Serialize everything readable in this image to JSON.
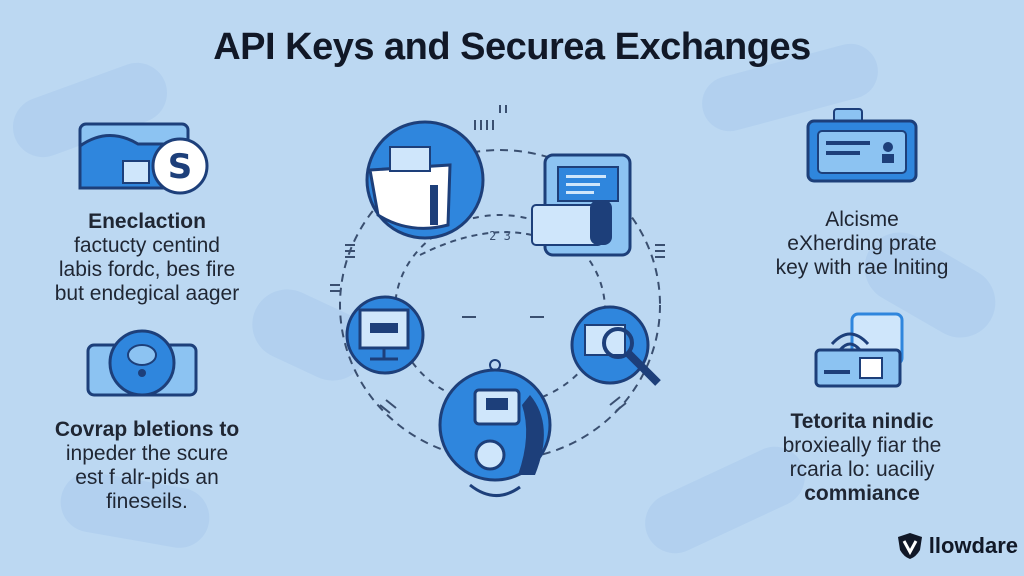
{
  "title": "API Keys and Securea Exchanges",
  "left_top": {
    "heading": "Eneclaction",
    "lines": [
      "factucty centind",
      "labis fordc, bes fire",
      "but endegical aager"
    ]
  },
  "left_bottom": {
    "heading": "Covrap bletions to",
    "lines": [
      "inpeder the scure",
      "est f alr-pids an",
      "fineseils."
    ]
  },
  "right_top": {
    "heading": "Alcisme",
    "lines": [
      "eXherding prate",
      "key with rae lniting"
    ]
  },
  "right_bottom": {
    "heading": "Tetorita nindic",
    "lines": [
      "broxieally fiar the",
      "rcaria lo: uaciliy",
      "commiance"
    ]
  },
  "logo": {
    "text": "llowdare",
    "icon": "shield-v-icon"
  },
  "diagram_label": "2 3",
  "colors": {
    "primary": "#2f86dd",
    "dark": "#1d3f7a",
    "light": "#8cc3f2",
    "bg": "#bcd8f2"
  }
}
